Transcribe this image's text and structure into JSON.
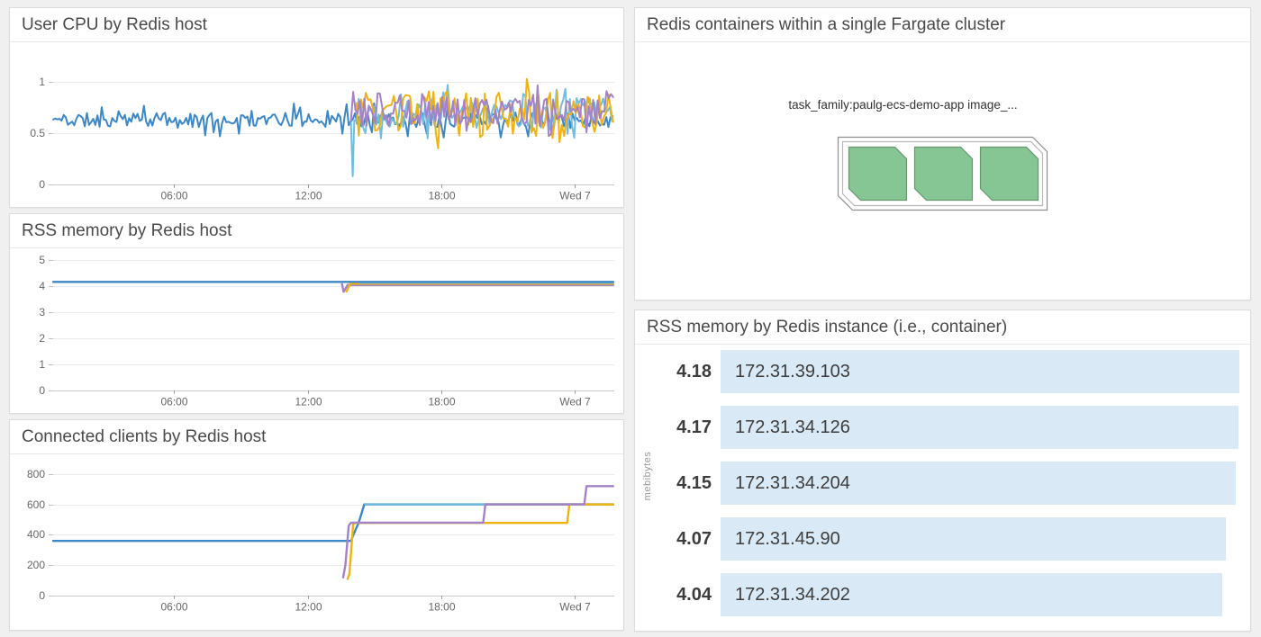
{
  "panels": {
    "fargate": {
      "title": "Redis containers within a single Fargate cluster",
      "caption": "task_family:paulg-ecs-demo-app image_...",
      "container_count": 3,
      "container_fill": "#86c694",
      "container_stroke": "#67976f",
      "group_outer_stroke": "#8f8f8f",
      "group_inner_stroke": "#b8b8b8"
    },
    "toplist": {
      "title": "RSS memory by Redis instance (i.e., container)",
      "unit_label": "mebibytes",
      "bar_color": "#d9e9f6",
      "rows": [
        {
          "value": "4.18",
          "label": "172.31.39.103"
        },
        {
          "value": "4.17",
          "label": "172.31.34.126"
        },
        {
          "value": "4.15",
          "label": "172.31.34.204"
        },
        {
          "value": "4.07",
          "label": "172.31.45.90"
        },
        {
          "value": "4.04",
          "label": "172.31.34.202"
        }
      ]
    }
  },
  "chart_data": [
    {
      "type": "line",
      "title": "User CPU by Redis host",
      "xlabel": "",
      "ylabel": "",
      "grid": true,
      "legend": "none",
      "x_domain": [
        0.55,
        25.8
      ],
      "x_ticks": [
        {
          "v": 6,
          "label": "06:00"
        },
        {
          "v": 12,
          "label": "12:00"
        },
        {
          "v": 18,
          "label": "18:00"
        },
        {
          "v": 24,
          "label": "Wed 7"
        }
      ],
      "ylim": [
        0,
        1.3
      ],
      "y_ticks": [
        {
          "v": 0,
          "label": "0"
        },
        {
          "v": 0.5,
          "label": "0.5"
        },
        {
          "v": 1,
          "label": "1"
        }
      ],
      "series": [
        {
          "name": "redis-host-blue",
          "color": "#3d87c4",
          "width": 2,
          "noise": {
            "start": 0.55,
            "end": 25.75,
            "step": 0.095,
            "mean": 0.63,
            "amp": 0.07,
            "seed": 11,
            "spike_chance": 0.12,
            "spike_mult": 2.6,
            "min": 0.34,
            "max": 0.95
          }
        },
        {
          "name": "redis-host-lightblue",
          "color": "#72bce2",
          "width": 2,
          "pre": [
            [
              13.95,
              0.6
            ],
            [
              14.03,
              0.08
            ]
          ],
          "noise": {
            "start": 14.1,
            "end": 25.75,
            "step": 0.1,
            "mean": 0.71,
            "amp": 0.16,
            "seed": 22,
            "spike_chance": 0.15,
            "spike_mult": 1.8,
            "min": 0.18,
            "max": 1.08
          }
        },
        {
          "name": "redis-host-yellow",
          "color": "#eeb211",
          "width": 2,
          "noise": {
            "start": 14.2,
            "end": 25.75,
            "step": 0.105,
            "mean": 0.69,
            "amp": 0.22,
            "seed": 33,
            "spike_chance": 0.15,
            "spike_mult": 1.6,
            "min": 0.2,
            "max": 1.16
          }
        },
        {
          "name": "redis-host-purple",
          "color": "#a382c6",
          "width": 2,
          "noise": {
            "start": 13.95,
            "end": 25.75,
            "step": 0.1,
            "mean": 0.73,
            "amp": 0.16,
            "seed": 44,
            "spike_chance": 0.15,
            "spike_mult": 1.8,
            "min": 0.25,
            "max": 1.1
          }
        }
      ]
    },
    {
      "type": "line",
      "title": "RSS memory by Redis host",
      "xlabel": "",
      "ylabel": "",
      "grid": true,
      "legend": "none",
      "x_domain": [
        0.55,
        25.8
      ],
      "x_ticks": [
        {
          "v": 6,
          "label": "06:00"
        },
        {
          "v": 12,
          "label": "12:00"
        },
        {
          "v": 18,
          "label": "18:00"
        },
        {
          "v": 24,
          "label": "Wed 7"
        }
      ],
      "ylim": [
        0,
        5.1
      ],
      "y_ticks": [
        {
          "v": 0,
          "label": "0"
        },
        {
          "v": 1,
          "label": "1"
        },
        {
          "v": 2,
          "label": "2"
        },
        {
          "v": 3,
          "label": "3"
        },
        {
          "v": 4,
          "label": "4"
        },
        {
          "v": 5,
          "label": "5"
        }
      ],
      "series": [
        {
          "name": "redis-host-purple",
          "color": "#a382c6",
          "width": 2.4,
          "pts": [
            [
              13.55,
              4.07
            ],
            [
              13.62,
              3.78
            ],
            [
              13.8,
              4.04
            ],
            [
              25.75,
              4.04
            ]
          ]
        },
        {
          "name": "redis-host-yellow",
          "color": "#eeb211",
          "width": 2.4,
          "pts": [
            [
              13.75,
              3.79
            ],
            [
              13.92,
              4.09
            ],
            [
              25.75,
              4.09
            ]
          ]
        },
        {
          "name": "redis-host-lightblue",
          "color": "#72bce2",
          "width": 2.4,
          "pts": [
            [
              14.35,
              4.13
            ],
            [
              25.75,
              4.13
            ]
          ]
        },
        {
          "name": "redis-host-blue",
          "color": "#3d87c4",
          "width": 2.4,
          "pts": [
            [
              0.55,
              4.16
            ],
            [
              25.75,
              4.16
            ]
          ]
        }
      ]
    },
    {
      "type": "line",
      "title": "Connected clients by Redis host",
      "xlabel": "",
      "ylabel": "",
      "grid": true,
      "legend": "none",
      "x_domain": [
        0.55,
        25.8
      ],
      "x_ticks": [
        {
          "v": 6,
          "label": "06:00"
        },
        {
          "v": 12,
          "label": "12:00"
        },
        {
          "v": 18,
          "label": "18:00"
        },
        {
          "v": 24,
          "label": "Wed 7"
        }
      ],
      "ylim": [
        0,
        870
      ],
      "y_ticks": [
        {
          "v": 0,
          "label": "0"
        },
        {
          "v": 200,
          "label": "200"
        },
        {
          "v": 400,
          "label": "400"
        },
        {
          "v": 600,
          "label": "600"
        },
        {
          "v": 800,
          "label": "800"
        }
      ],
      "series": [
        {
          "name": "redis-host-blue",
          "color": "#3d87c4",
          "width": 2.4,
          "pts": [
            [
              0.55,
              360
            ],
            [
              13.95,
              360
            ],
            [
              14.15,
              430
            ],
            [
              14.3,
              480
            ],
            [
              14.55,
              600
            ],
            [
              25.75,
              600
            ]
          ]
        },
        {
          "name": "redis-host-lightblue",
          "color": "#72bce2",
          "width": 2.4,
          "pts": [
            [
              14.6,
              600
            ],
            [
              25.75,
              600
            ]
          ]
        },
        {
          "name": "redis-host-yellow",
          "color": "#eeb211",
          "width": 2.4,
          "pts": [
            [
              13.8,
              110
            ],
            [
              13.88,
              140
            ],
            [
              14.05,
              470
            ],
            [
              14.15,
              478
            ],
            [
              23.68,
              478
            ],
            [
              23.78,
              600
            ],
            [
              25.75,
              600
            ]
          ]
        },
        {
          "name": "redis-host-purple",
          "color": "#a382c6",
          "width": 2.4,
          "pts": [
            [
              13.6,
              120
            ],
            [
              13.7,
              200
            ],
            [
              13.85,
              460
            ],
            [
              13.95,
              480
            ],
            [
              19.9,
              480
            ],
            [
              20.0,
              600
            ],
            [
              24.45,
              600
            ],
            [
              24.55,
              720
            ],
            [
              25.75,
              720
            ]
          ]
        }
      ]
    }
  ]
}
